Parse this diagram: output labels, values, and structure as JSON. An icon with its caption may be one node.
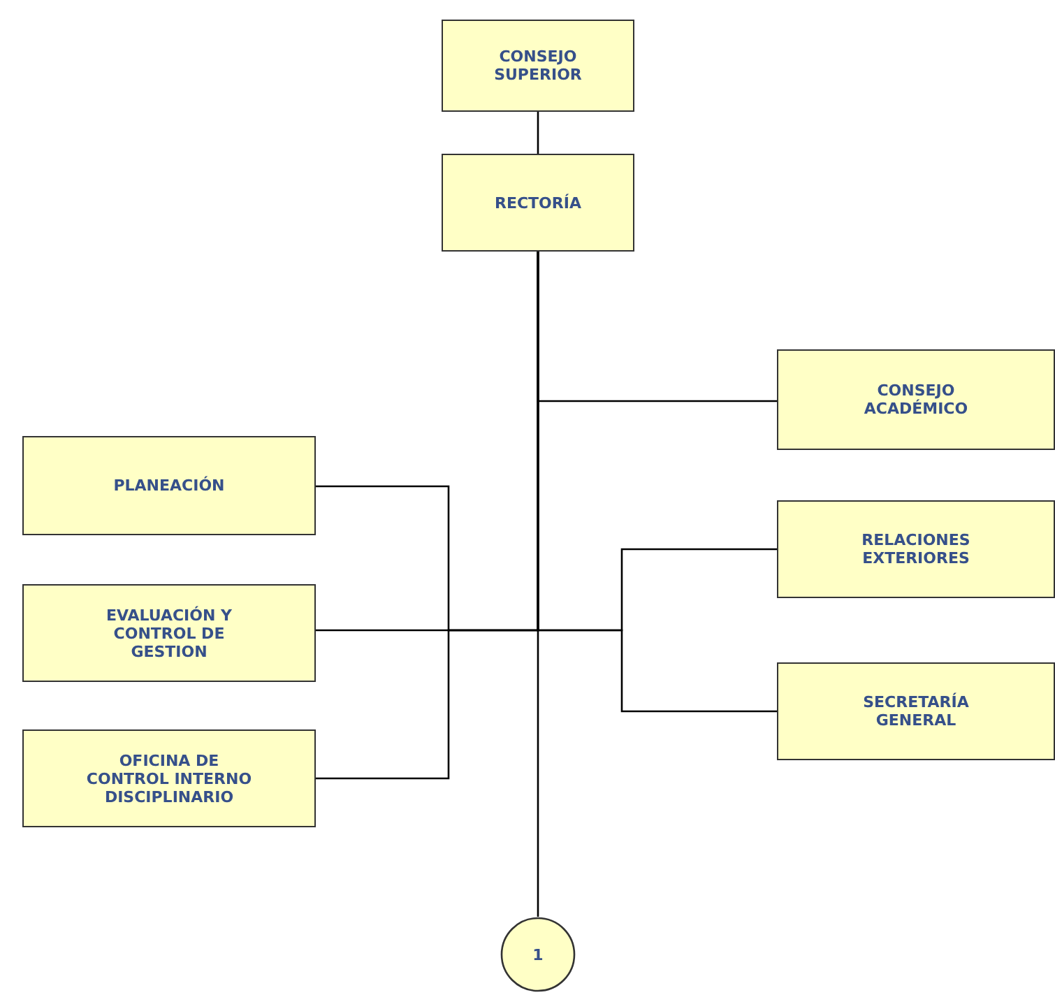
{
  "diagram": {
    "nodes": [
      {
        "text": [
          "CONSEJO SUPERIOR"
        ]
      },
      {
        "text": [
          "RECTORÍA"
        ]
      },
      {
        "text": [
          "CONSEJO ACADÉMICO"
        ]
      },
      {
        "text": [
          "PLANEACIÓN"
        ]
      },
      {
        "text": [
          "RELACIONES EXTERIORES"
        ]
      },
      {
        "text": [
          "EVALUACIÓN Y CONTROL DE GESTION"
        ]
      },
      {
        "text": [
          "SECRETARÍA GENERAL"
        ]
      },
      {
        "text": [
          "OFICINA DE CONTROL INTERNO DISCIPLINARIO"
        ]
      },
      {
        "text": [
          "1"
        ]
      }
    ],
    "edges": [
      {
        "from": 0,
        "to": 1,
        "arrow": "none"
      },
      {
        "from": 1,
        "to": 2,
        "arrow": "none"
      },
      {
        "from": 1,
        "to": 3,
        "arrow": "none"
      },
      {
        "from": 1,
        "to": 4,
        "arrow": "none"
      },
      {
        "from": 1,
        "to": 5,
        "arrow": "none"
      },
      {
        "from": 1,
        "to": 6,
        "arrow": "none"
      },
      {
        "from": 1,
        "to": 7,
        "arrow": "none"
      },
      {
        "from": 1,
        "to": 8,
        "arrow": "none"
      }
    ]
  }
}
